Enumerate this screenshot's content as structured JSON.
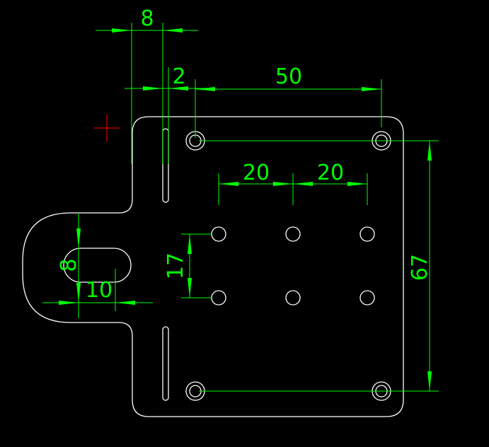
{
  "drawing": {
    "background_color": "#000000",
    "outline_color": "#ffffff",
    "dimension_color": "#00ff00",
    "marker_color": "#ff0000",
    "dimensions": {
      "slot_width": "8",
      "slot_offset": "2",
      "corner_hole_spacing": "50",
      "grid_spacing_left": "20",
      "grid_spacing_right": "20",
      "grid_row_spacing": "17",
      "corner_hole_vertical": "67",
      "tab_slot_height": "8",
      "tab_slot_length": "10"
    }
  }
}
